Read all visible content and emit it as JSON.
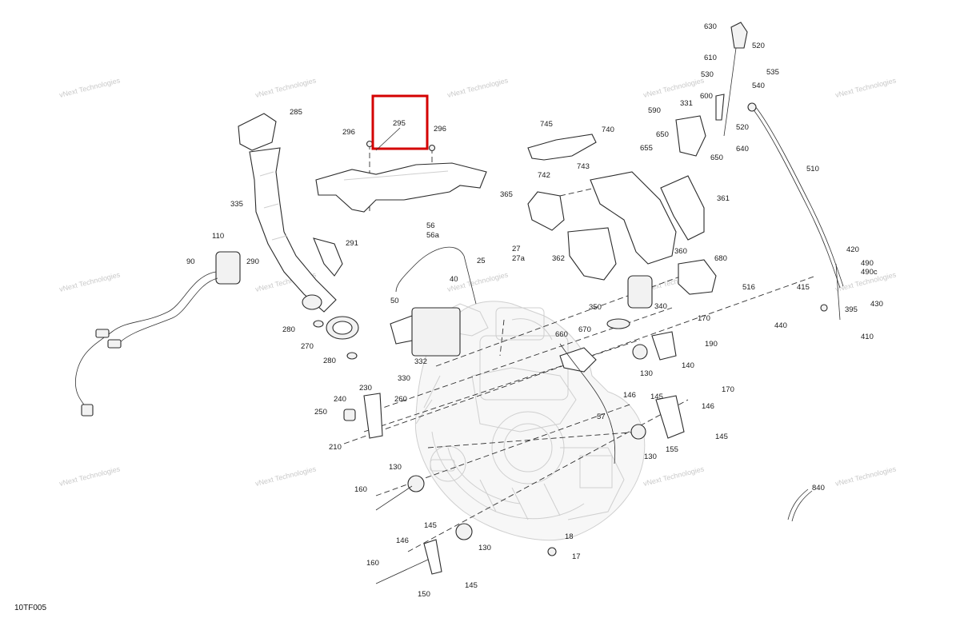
{
  "diagram": {
    "code": "10TF005",
    "watermark": "vNext Technologies",
    "highlight_label": "295",
    "labels": [
      "630",
      "520",
      "610",
      "535",
      "530",
      "540",
      "600",
      "331",
      "590",
      "520",
      "650",
      "655",
      "650",
      "640",
      "745",
      "740",
      "743",
      "742",
      "296",
      "295",
      "296",
      "285",
      "365",
      "361",
      "510",
      "335",
      "110",
      "291",
      "290",
      "90",
      "56",
      "56a",
      "27",
      "27a",
      "25",
      "362",
      "360",
      "680",
      "420",
      "490",
      "490c",
      "40",
      "516",
      "415",
      "395",
      "430",
      "50",
      "350",
      "340",
      "170",
      "440",
      "410",
      "660",
      "670",
      "190",
      "140",
      "332",
      "130",
      "330",
      "280",
      "270",
      "280",
      "230",
      "240",
      "260",
      "250",
      "210",
      "146",
      "145",
      "170",
      "146",
      "57",
      "155",
      "145",
      "130",
      "130",
      "160",
      "840",
      "145",
      "18",
      "146",
      "130",
      "17",
      "160",
      "150",
      "145"
    ]
  }
}
